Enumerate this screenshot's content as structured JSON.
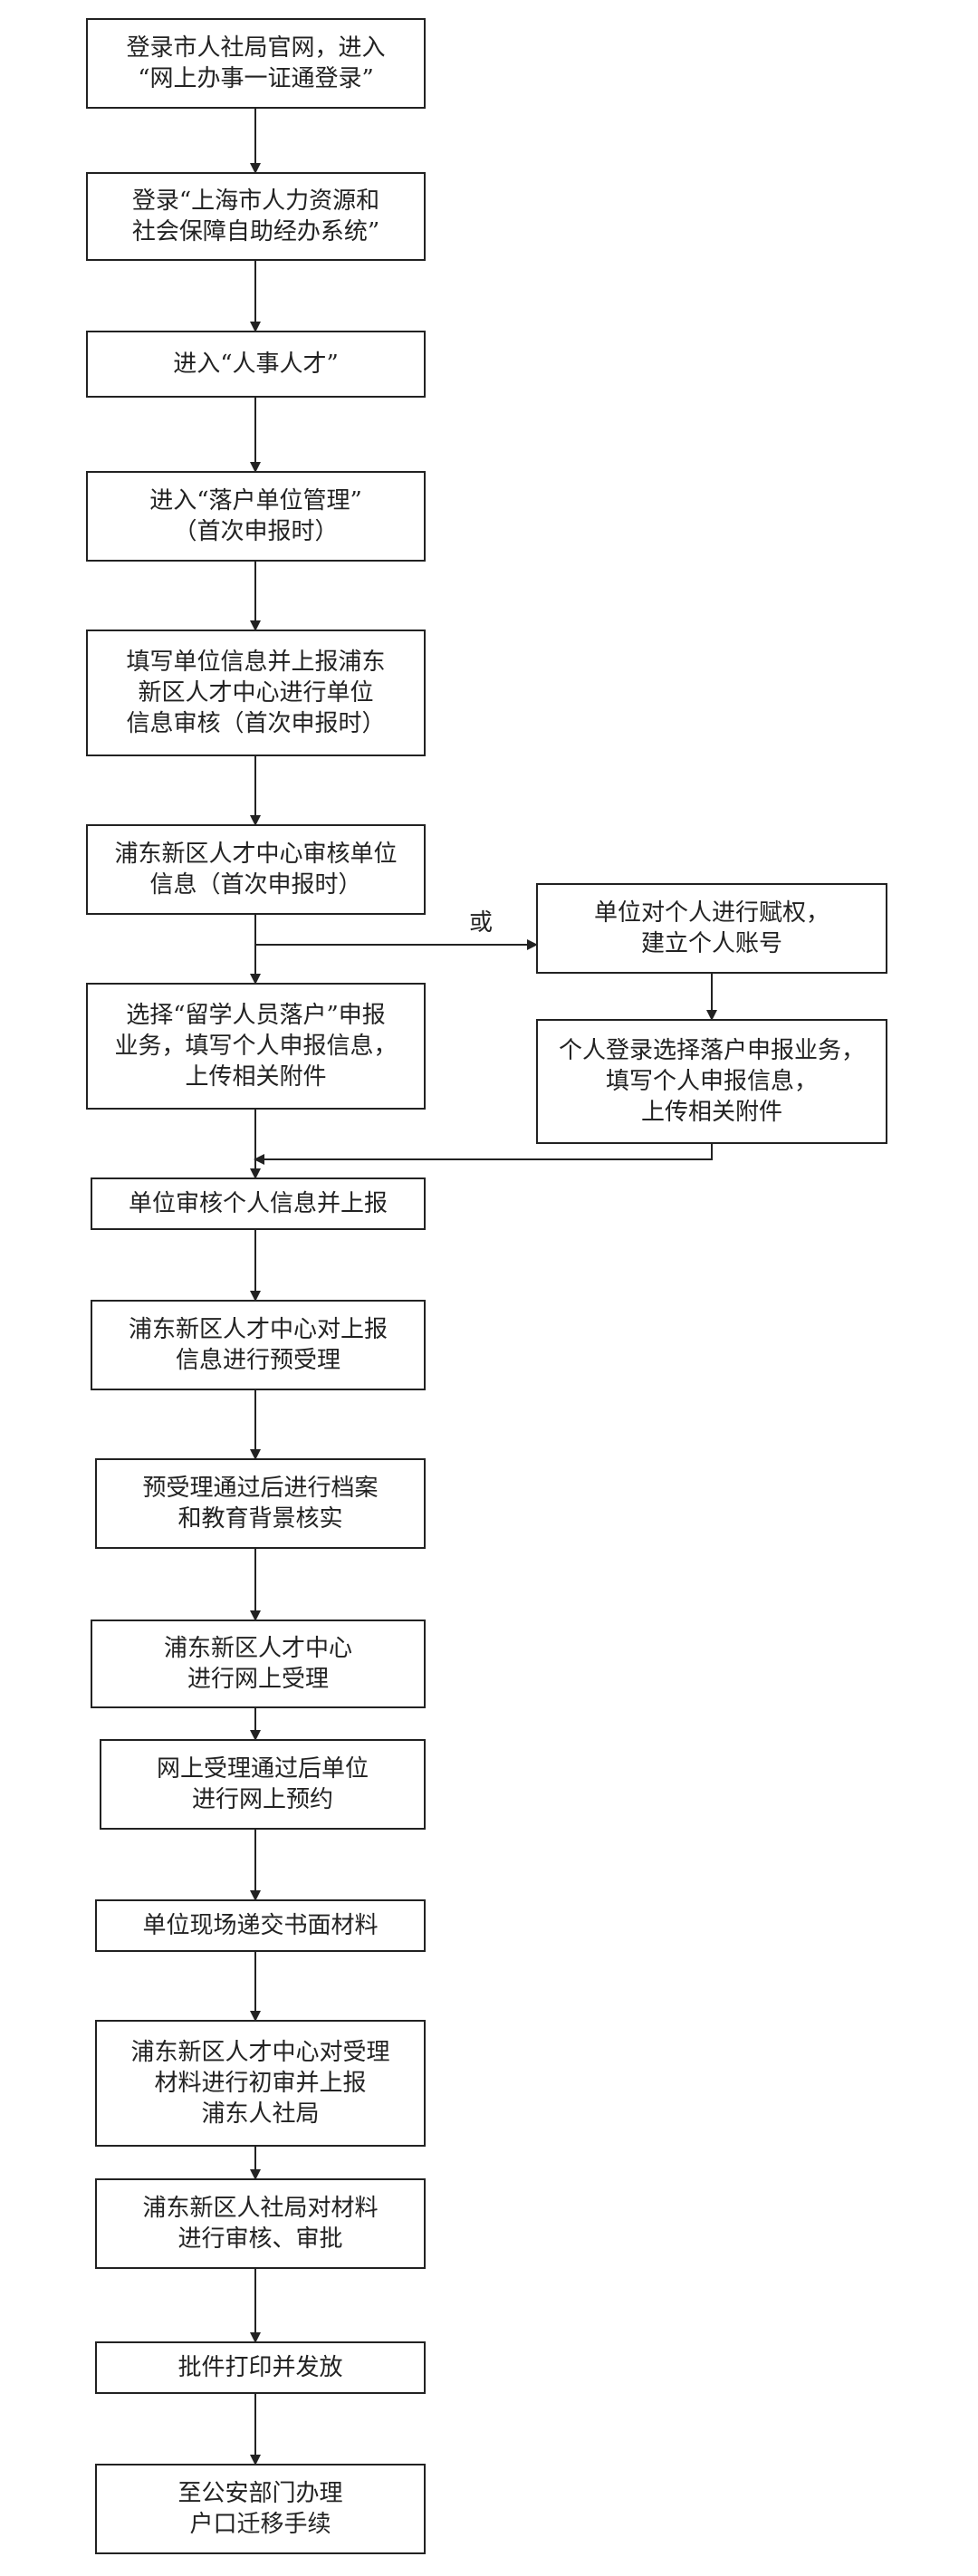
{
  "flow": {
    "steps": [
      {
        "lines": [
          "登录市人社局官网，进入",
          "“网上办事一证通登录”"
        ]
      },
      {
        "lines": [
          "登录“上海市人力资源和",
          "社会保障自助经办系统”"
        ]
      },
      {
        "lines": [
          "进入“人事人才”"
        ]
      },
      {
        "lines": [
          "进入“落户单位管理”",
          "（首次申报时）"
        ]
      },
      {
        "lines": [
          "填写单位信息并上报浦东",
          "新区人才中心进行单位",
          "信息审核（首次申报时）"
        ]
      },
      {
        "lines": [
          "浦东新区人才中心审核单位",
          "信息（首次申报时）"
        ]
      },
      {
        "lines": [
          "选择“留学人员落户”申报",
          "业务，填写个人申报信息，",
          "上传相关附件"
        ]
      },
      {
        "lines": [
          "单位对个人进行赋权，",
          "建立个人账号"
        ]
      },
      {
        "lines": [
          "个人登录选择落户申报业务，",
          "填写个人申报信息，",
          "上传相关附件"
        ]
      },
      {
        "lines": [
          "单位审核个人信息并上报"
        ]
      },
      {
        "lines": [
          "浦东新区人才中心对上报",
          "信息进行预受理"
        ]
      },
      {
        "lines": [
          "预受理通过后进行档案",
          "和教育背景核实"
        ]
      },
      {
        "lines": [
          "浦东新区人才中心",
          "进行网上受理"
        ]
      },
      {
        "lines": [
          "网上受理通过后单位",
          "进行网上预约"
        ]
      },
      {
        "lines": [
          "单位现场递交书面材料"
        ]
      },
      {
        "lines": [
          "浦东新区人才中心对受理",
          "材料进行初审并上报",
          "浦东人社局"
        ]
      },
      {
        "lines": [
          "浦东新区人社局对材料",
          "进行审核、审批"
        ]
      },
      {
        "lines": [
          "批件打印并发放"
        ]
      },
      {
        "lines": [
          "至公安部门办理",
          "户口迁移手续"
        ]
      }
    ],
    "or_label": "或"
  }
}
